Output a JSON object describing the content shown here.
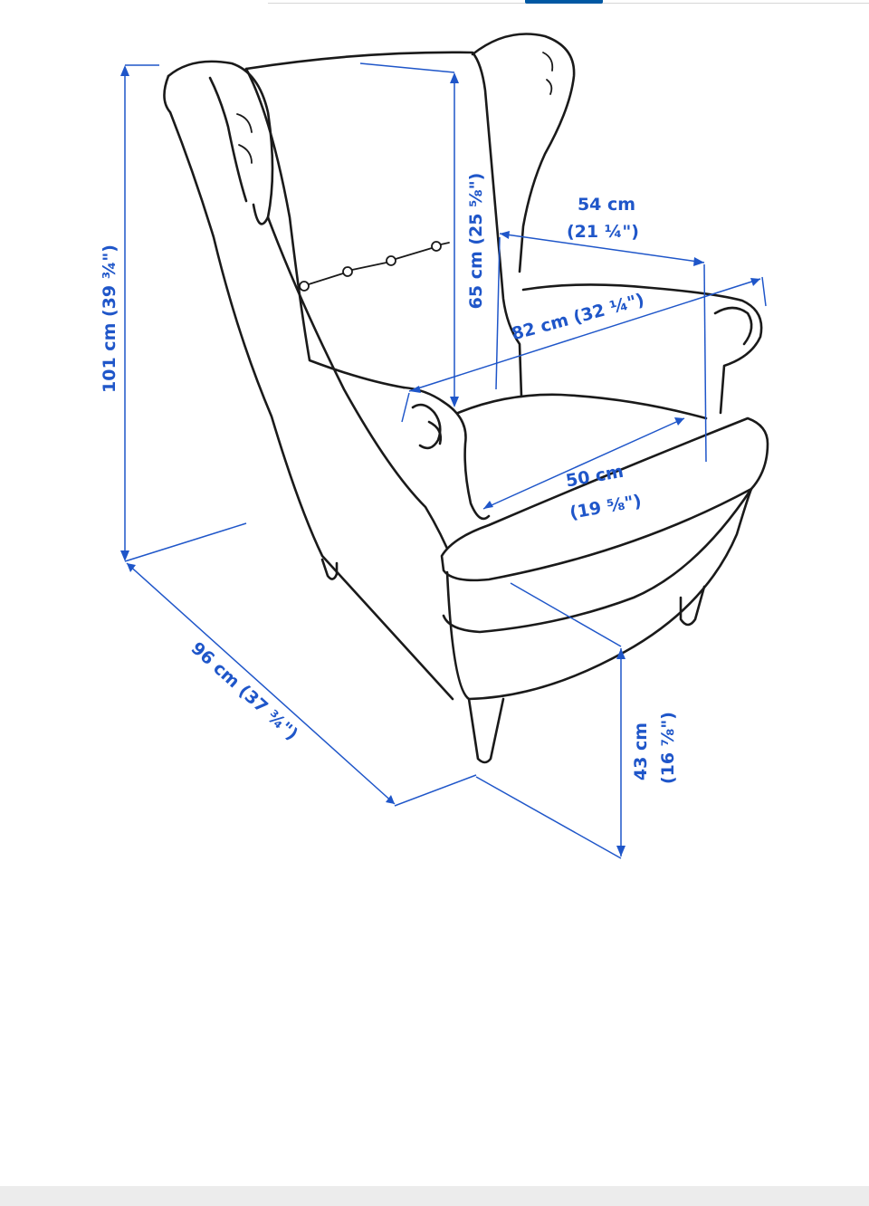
{
  "colors": {
    "dimension": "#1f56c9",
    "outline": "#1a1a1a",
    "accent_tab": "#0058a3"
  },
  "dimensions": {
    "total_height": "101 cm (39 ¾\")",
    "depth": "96 cm (37 ¾\")",
    "backrest_height": "65 cm (25 ⅝\")",
    "seat_width_cm": "54 cm",
    "seat_width_in": "(21 ¼\")",
    "total_width": "82 cm (32 ¼\")",
    "seat_depth_cm": "50 cm",
    "seat_depth_in": "(19 ⅝\")",
    "seat_height_cm": "43 cm",
    "seat_height_in": "(16 ⅞\")"
  }
}
